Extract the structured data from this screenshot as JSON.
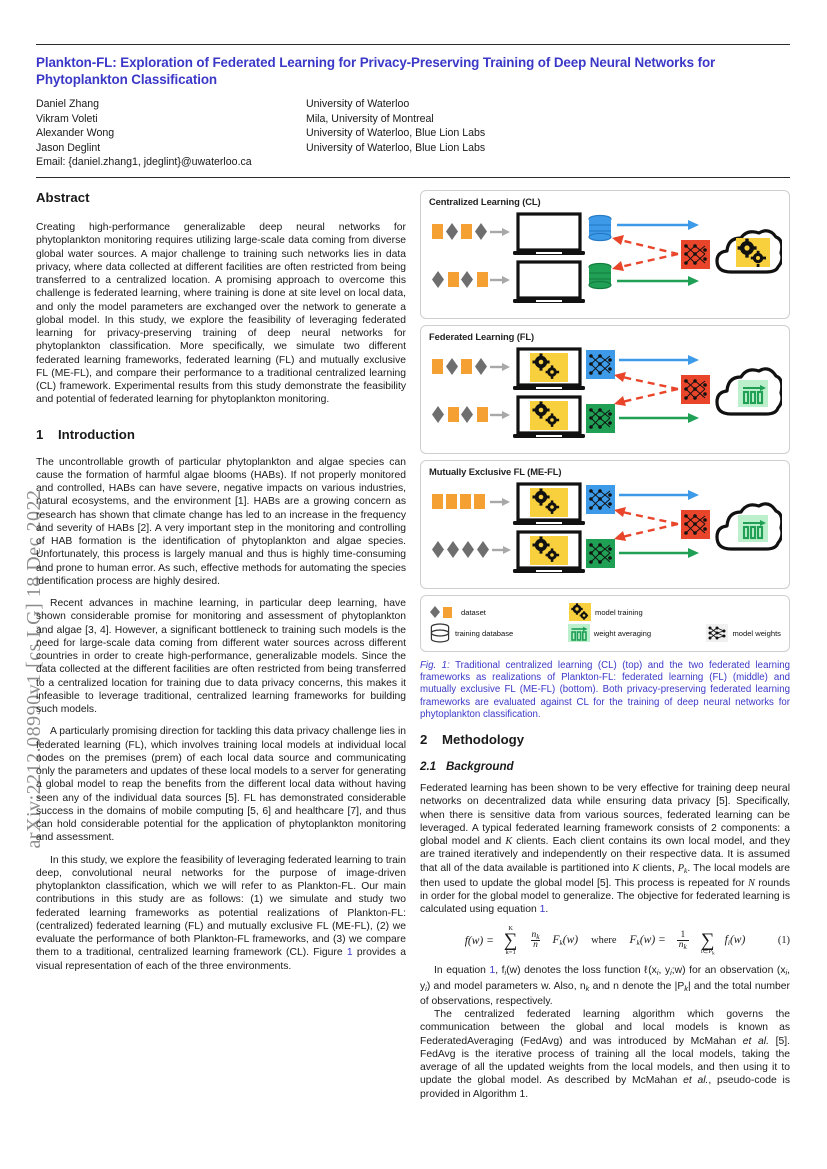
{
  "arxiv_stamp": "arXiv:2212.08990v1  [cs.LG]  18 Dec 2022",
  "header": {
    "title": "Plankton-FL: Exploration of Federated Learning for Privacy-Preserving Training of Deep Neural Networks for Phytoplankton Classification",
    "title_color": "#3b38c7",
    "authors": [
      "Daniel Zhang",
      "Vikram Voleti",
      "Alexander Wong",
      "Jason Deglint"
    ],
    "affiliations": [
      "University of Waterloo",
      "Mila, University of Montreal",
      "University of Waterloo, Blue Lion Labs",
      "University of Waterloo, Blue Lion Labs"
    ],
    "email": "Email: {daniel.zhang1, jdeglint}@uwaterloo.ca"
  },
  "left_column": {
    "abstract_heading": "Abstract",
    "abstract_text": "Creating high-performance generalizable deep neural networks for phytoplankton monitoring requires utilizing large-scale data coming from diverse global water sources. A major challenge to training such networks lies in data privacy, where data collected at different facilities are often restricted from being transferred to a centralized location. A promising approach to overcome this challenge is federated learning, where training is done at site level on local data, and only the model parameters are exchanged over the network to generate a global model. In this study, we explore the feasibility of leveraging federated learning for privacy-preserving training of deep neural networks for phytoplankton classification. More specifically, we simulate two different federated learning frameworks, federated learning (FL) and mutually exclusive FL (ME-FL), and compare their performance to a traditional centralized learning (CL) framework. Experimental results from this study demonstrate the feasibility and potential of federated learning for phytoplankton monitoring.",
    "intro_number": "1",
    "intro_heading": "Introduction",
    "intro_p1": "The uncontrollable growth of particular phytoplankton and algae species can cause the formation of harmful algae blooms (HABs). If not properly monitored and controlled, HABs can have severe, negative impacts on various industries, natural ecosystems, and the environment [1]. HABs are a growing concern as research has shown that climate change has led to an increase in the frequency and severity of HABs [2]. A very important step in the monitoring and controlling of HAB formation is the identification of phytoplankton and algae species. Unfortunately, this process is largely manual and thus is highly time-consuming and prone to human error. As such, effective methods for automating the species identification process are highly desired.",
    "intro_p2": "Recent advances in machine learning, in particular deep learning, have shown considerable promise for monitoring and assessment of phytoplankton and algae [3, 4]. However, a significant bottleneck to training such models is the need for large-scale data coming from different water sources across different countries in order to create high-performance, generalizable models. Since the data collected at the different facilities are often restricted from being transferred to a centralized location for training due to data privacy concerns, this makes it infeasible to leverage traditional, centralized learning frameworks for building such models.",
    "intro_p3": "A particularly promising direction for tackling this data privacy challenge lies in federated learning (FL), which involves training local models at individual local nodes on the premises (prem) of each local data source and communicating only the parameters and updates of these local models to a server for generating a global model to reap the benefits from the different local data without having seen any of the individual data sources [5]. FL has demonstrated considerable success in the domains of mobile computing [5, 6] and healthcare [7], and thus can hold considerable potential for the application of phytoplankton monitoring and assessment.",
    "intro_p4_a": "In this study, we explore the feasibility of leveraging federated learning to train deep, convolutional neural networks for the purpose of image-driven phytoplankton classification, which we will refer to as Plankton-FL. Our main contributions in this study are as follows: (1) we simulate and study two federated learning frameworks as potential realizations of Plankton-FL: (centralized) federated learning (FL) and mutually exclusive FL (ME-FL), (2) we evaluate the performance of both Plankton-FL frameworks, and (3) we compare them to a traditional, centralized learning framework (CL). Figure ",
    "intro_p4_ref": "1",
    "intro_p4_b": " provides a visual representation of each of the three environments."
  },
  "figure": {
    "panels": [
      {
        "title": "Centralized Learning (CL)",
        "mode": "cl"
      },
      {
        "title": "Federated Learning (FL)",
        "mode": "fl"
      },
      {
        "title": "Mutually Exclusive FL (ME-FL)",
        "mode": "mefl"
      }
    ],
    "legend": [
      {
        "label": "dataset",
        "icon": "dataset-icon"
      },
      {
        "label": "model training",
        "icon": "gears-icon"
      },
      {
        "label": "training database",
        "icon": "database-icon"
      },
      {
        "label": "weight averaging",
        "icon": "weight-averaging-icon"
      },
      {
        "label": "model weights",
        "icon": "neural-net-icon"
      }
    ],
    "colors": {
      "orange": "#F5A033",
      "gray_diamond": "#6E6E6E",
      "blue": "#3D9AE8",
      "green": "#1FA055",
      "red": "#E8452A",
      "yellow": "#F8CF3D",
      "mint": "#BCEFCB",
      "arrow_gray": "#A8A8A8"
    },
    "caption_label": "Fig. 1:",
    "caption_text": " Traditional centralized learning (CL) (top) and the two federated learning frameworks as realizations of Plankton-FL: federated learning (FL) (middle) and mutually exclusive FL (ME-FL) (bottom). Both privacy-preserving federated learning frameworks are evaluated against CL for the training of deep neural networks for phytoplankton classification."
  },
  "right_column": {
    "method_number": "2",
    "method_heading": "Methodology",
    "background_number": "2.1",
    "background_heading": "Background",
    "background_p1_a": "Federated learning has been shown to be very effective for training deep neural networks on decentralized data while ensuring data privacy [5]. Specifically, when there is sensitive data from various sources, federated learning can be leveraged. A typical federated learning framework consists of 2 components: a global model and ",
    "background_p1_b": " clients. Each client contains its own local model, and they are trained iteratively and independently on their respective data. It is assumed that all of the data available is partitioned into ",
    "background_p1_c": " clients, ",
    "background_p1_d": ". The local models are then used to update the global model [5]. This process is repeated for ",
    "background_p1_e": " rounds in order for the global model to generalize. The objective for federated learning is calculated using equation ",
    "background_p1_ref": "1",
    "background_p1_f": ".",
    "equation": {
      "lhs": "f(w) =",
      "sum_upper": "K",
      "sum_lower": "k=1",
      "frac1_num": "n",
      "frac1_num_sub": "k",
      "frac1_den": "n",
      "term1": "F",
      "term1_sub": "k",
      "term1_arg": "(w)",
      "where": "where",
      "rhs_lhs": "F",
      "rhs_lhs_sub": "k",
      "rhs_lhs_arg": "(w) =",
      "frac2_num": "1",
      "frac2_den": "n",
      "frac2_den_sub": "k",
      "sum2_lower": "i∈P",
      "sum2_lower_sub": "k",
      "term2": "f",
      "term2_sub": "i",
      "term2_arg": "(w)",
      "number": "(1)"
    },
    "background_p2_a": "In equation ",
    "background_p2_ref": "1",
    "background_p2_b": ", f",
    "background_p2_c": "(w) denotes the loss function ℓ(x",
    "background_p2_d": ", y",
    "background_p2_e": ";w) for an observation (x",
    "background_p2_f": ", y",
    "background_p2_g": ") and model parameters w. Also, n",
    "background_p2_h": " and n denote the |P",
    "background_p2_i": "| and the total number of observations, respectively.",
    "background_p3_a": "The centralized federated learning algorithm which governs the communication between the global and local models is known as FederatedAveraging (FedAvg) and was introduced by McMahan ",
    "background_p3_ital1": "et al.",
    "background_p3_b": " [5]. FedAvg is the iterative process of training all the local models, taking the average of all the updated weights from the local models, and then using it to update the global model. As described by McMahan ",
    "background_p3_ital2": "et al.",
    "background_p3_c": ", pseudo-code is provided in Algorithm 1."
  }
}
